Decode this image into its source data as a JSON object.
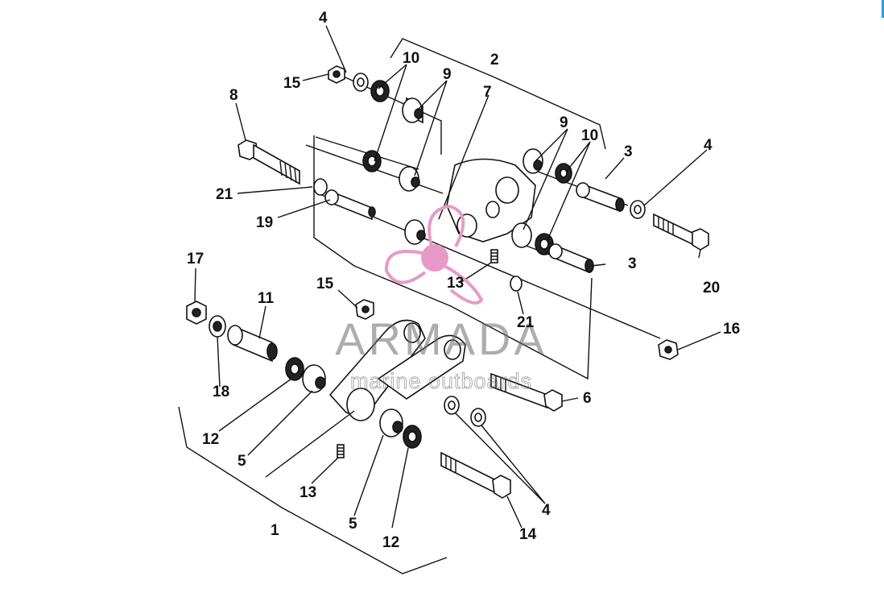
{
  "brand": {
    "name": "ARMADA",
    "tagline": "marine outboards",
    "accent": "#e79ac7"
  },
  "labels": {
    "l1": "1",
    "l2": "2",
    "l3a": "3",
    "l3b": "3",
    "l4a": "4",
    "l4b": "4",
    "l4c": "4",
    "l5a": "5",
    "l5b": "5",
    "l6": "6",
    "l7": "7",
    "l8": "8",
    "l9a": "9",
    "l9b": "9",
    "l10a": "10",
    "l10b": "10",
    "l11": "11",
    "l12a": "12",
    "l12b": "12",
    "l13a": "13",
    "l13b": "13",
    "l14": "14",
    "l15a": "15",
    "l15b": "15",
    "l16": "16",
    "l17": "17",
    "l18": "18",
    "l19": "19",
    "l20": "20",
    "l21a": "21",
    "l21b": "21"
  }
}
